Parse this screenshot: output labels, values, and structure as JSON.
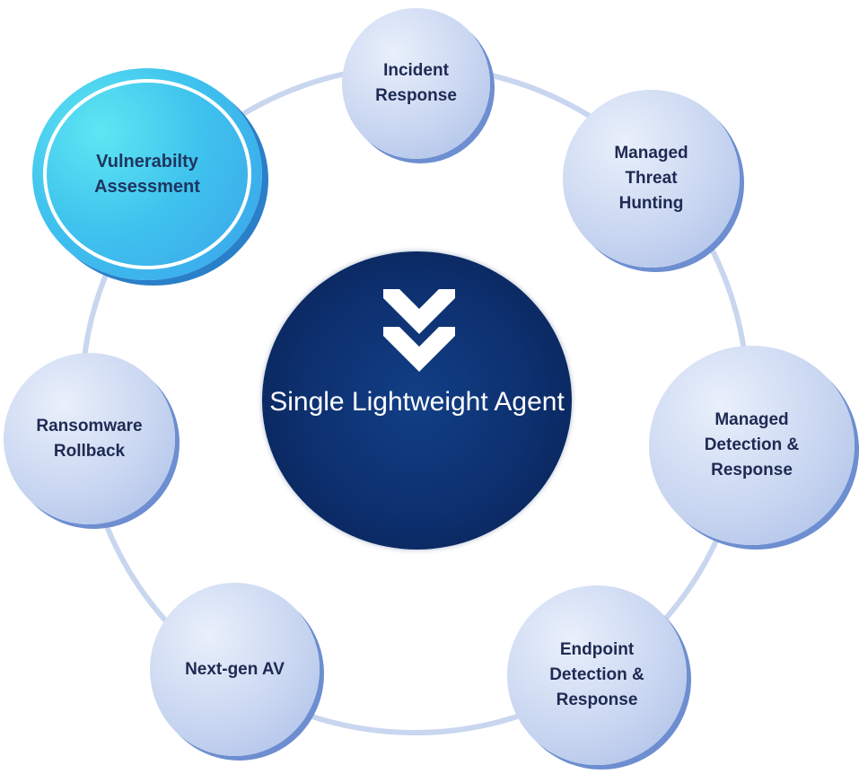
{
  "diagram": {
    "center": {
      "title": "Single Lightweight Agent",
      "icon": "double-chevron-down-icon"
    },
    "nodes": [
      {
        "id": "incident-response",
        "label": "Incident Response",
        "highlighted": false
      },
      {
        "id": "managed-threat-hunting",
        "label": "Managed Threat Hunting",
        "highlighted": false
      },
      {
        "id": "managed-detection-response",
        "label": "Managed Detection & Response",
        "highlighted": false
      },
      {
        "id": "endpoint-detection-response",
        "label": "Endpoint Detection & Response",
        "highlighted": false
      },
      {
        "id": "next-gen-av",
        "label": "Next-gen AV",
        "highlighted": false
      },
      {
        "id": "ransomware-rollback",
        "label": "Ransomware Rollback",
        "highlighted": false
      },
      {
        "id": "vulnerability-assessment",
        "label": "Vulnerabilty Assessment",
        "highlighted": true
      }
    ],
    "colors": {
      "ring": "#c9d6ef",
      "node_fill": "#c9d6f1",
      "node_shadow": "#6d8ed0",
      "highlight_fill": "#3fc3ee",
      "highlight_shadow": "#2a7fc9",
      "center_fill": "#0d2f6e",
      "label_text": "#1e2a52"
    }
  }
}
